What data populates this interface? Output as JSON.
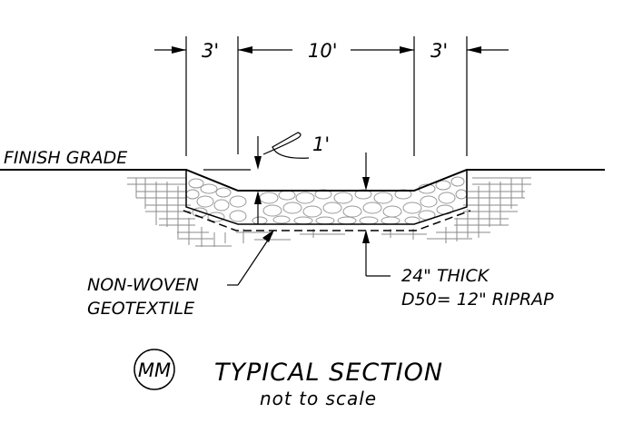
{
  "dimensions": {
    "left_bench": "3'",
    "bottom_width": "10'",
    "right_bench": "3'",
    "depth": "1'"
  },
  "labels": {
    "finish_grade": "FINISH GRADE",
    "geotextile_line1": "NON-WOVEN",
    "geotextile_line2": "GEOTEXTILE",
    "riprap_line1": "24\" THICK",
    "riprap_line2": "D50= 12\" RIPRAP"
  },
  "title": {
    "tag": "MM",
    "text": "TYPICAL SECTION",
    "subtitle": "not to scale"
  }
}
